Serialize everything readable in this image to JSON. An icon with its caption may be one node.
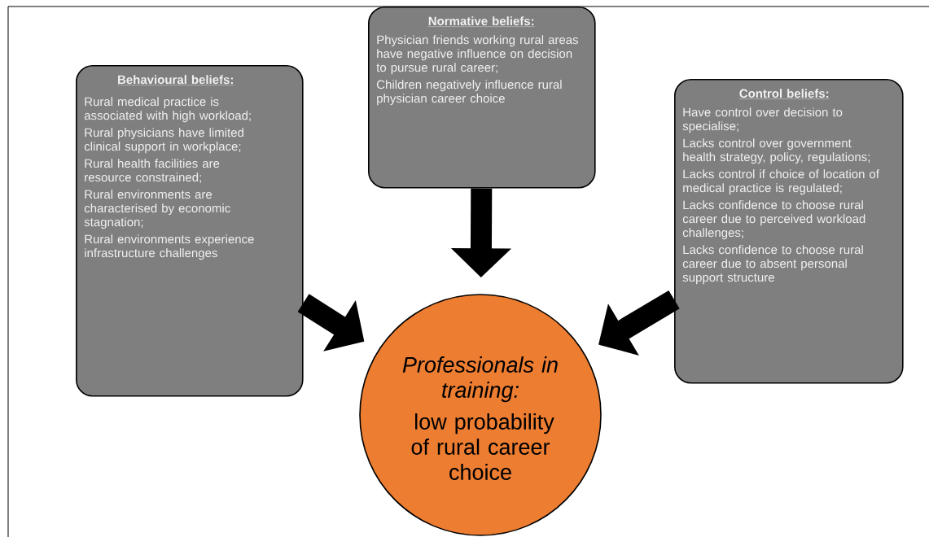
{
  "diagram": {
    "nodes": [
      {
        "text": [
          "Behavioural beliefs:",
          "Rural medical practice is associated with high workload;",
          "Rural physicians have limited clinical support in workplace;",
          "Rural health facilities are resource constrained;",
          "Rural environments are characterised by economic stagnation;",
          "Rural environments experience infrastructure challenges"
        ]
      },
      {
        "text": [
          "Normative beliefs:",
          "Physician friends working rural areas have negative influence on decision to pursue rural career;",
          "Children negatively influence rural physician career choice"
        ]
      },
      {
        "text": [
          "Control beliefs:",
          "Have control over decision to specialise;",
          "Lacks control over government health strategy, policy, regulations;",
          "Lacks control if choice of location of medical practice is regulated;",
          "Lacks confidence to choose rural career due to perceived workload challenges;",
          "Lacks confidence to choose rural career due to absent personal support structure"
        ]
      },
      {
        "text": [
          "Professionals in training:",
          "low probability of rural career choice"
        ]
      }
    ],
    "edges": [
      {
        "from": 0,
        "to": 3,
        "arrow": "to"
      },
      {
        "from": 1,
        "to": 3,
        "arrow": "to"
      },
      {
        "from": 2,
        "to": 3,
        "arrow": "to"
      }
    ]
  }
}
